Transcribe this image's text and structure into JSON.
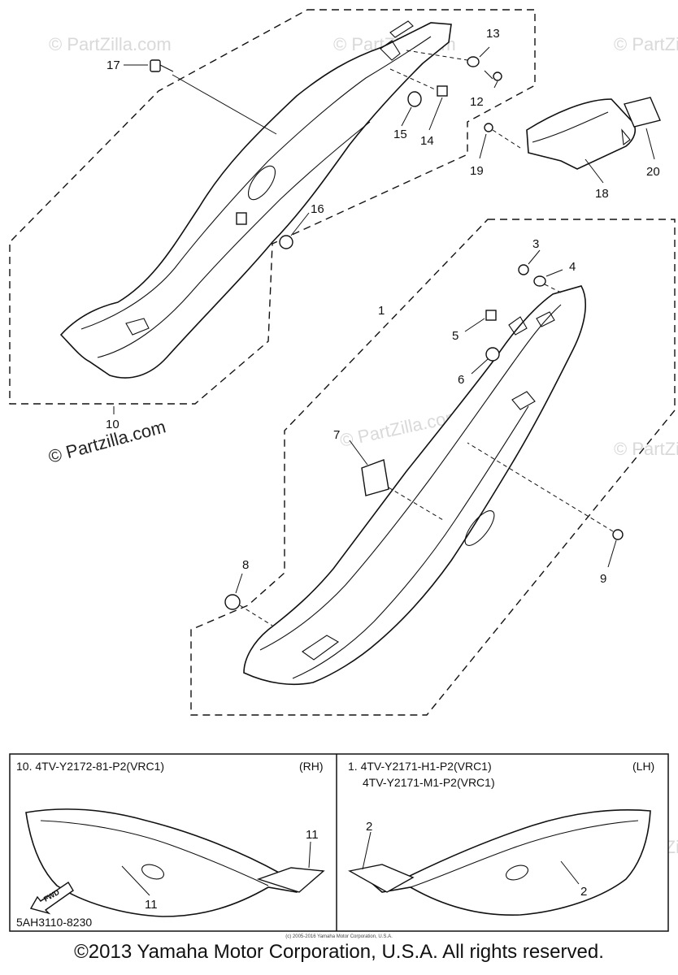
{
  "callouts": [
    "1",
    "2",
    "3",
    "4",
    "5",
    "6",
    "7",
    "8",
    "9",
    "11",
    "12",
    "13",
    "14",
    "15",
    "16",
    "17",
    "18",
    "19",
    "20",
    "10"
  ],
  "rh_panel": {
    "label": "10. 4TV-Y2172-81-P2(VRC1)",
    "side": "(RH)",
    "ref_a": "11",
    "ref_b": "11"
  },
  "lh_panel": {
    "label": "1. 4TV-Y2171-H1-P2(VRC1)",
    "label2": "4TV-Y2171-M1-P2(VRC1)",
    "side": "(LH)",
    "ref_a": "2",
    "ref_b": "2"
  },
  "fwd": "FWD",
  "diagram_code": "5AH3110-8230",
  "watermark": "© PartZilla.com",
  "watermark_short": "© Partzilla.com",
  "tiny_note": "(c) 2005-2016 Yamaha Motor Corporation, U.S.A.",
  "copyright": "©2013 Yamaha Motor Corporation, U.S.A. All rights reserved.",
  "colors": {
    "line": "#111111",
    "watermark": "#d9d9d9",
    "background": "#ffffff"
  }
}
